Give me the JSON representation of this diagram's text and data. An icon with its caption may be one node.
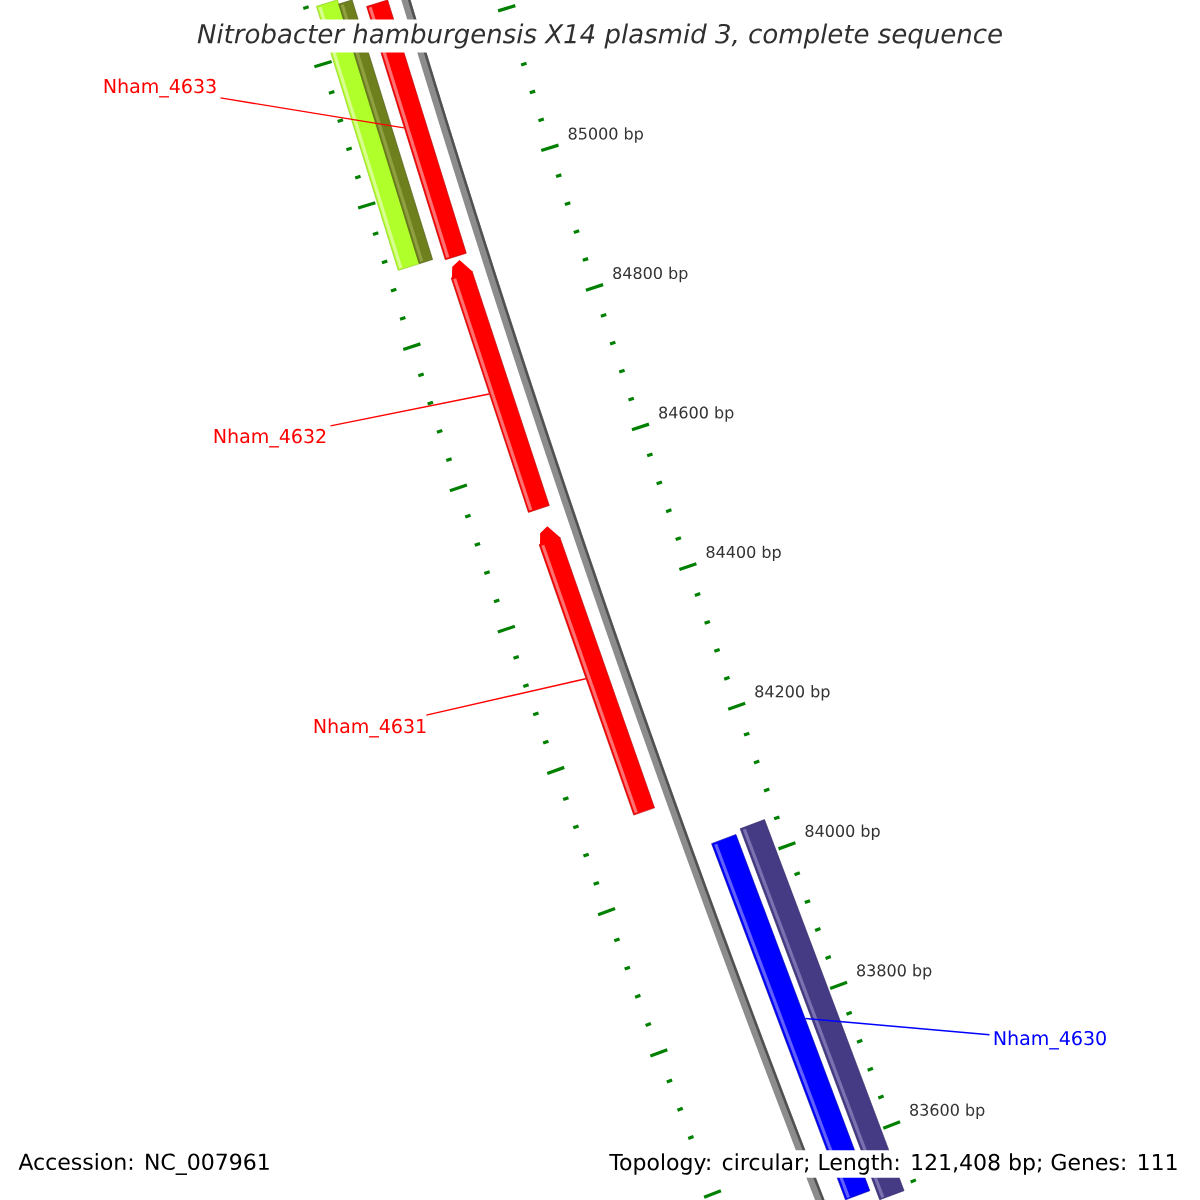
{
  "diagram": {
    "title": "Nitrobacter hamburgensis X14 plasmid 3, complete sequence",
    "nodes": [
      {
        "text": [
          "Nham_4633"
        ]
      },
      {
        "text": [],
        "shape": "bar"
      },
      {
        "text": [],
        "shape": "bar"
      },
      {
        "text": [],
        "shape": "bar"
      },
      {
        "text": [
          "Nham_4632"
        ]
      },
      {
        "text": [],
        "shape": "arrow"
      },
      {
        "text": [
          "Nham_4631"
        ]
      },
      {
        "text": [],
        "shape": "arrow"
      },
      {
        "text": [],
        "shape": "bar"
      },
      {
        "text": [],
        "shape": "bar"
      },
      {
        "text": [
          "Nham_4630"
        ]
      }
    ],
    "edges": [
      {
        "from": 0,
        "to": 3,
        "arrow": "none"
      },
      {
        "from": 4,
        "to": 5,
        "arrow": "none"
      },
      {
        "from": 6,
        "to": 7,
        "arrow": "none"
      },
      {
        "from": 10,
        "to": 8,
        "arrow": "none",
        "color": "#0000ff"
      }
    ],
    "labels": [
      "85000 bp",
      "84800 bp",
      "84600 bp",
      "84400 bp",
      "84200 bp",
      "84000 bp",
      "83800 bp",
      "83600 bp",
      "Accession: NC_007961",
      "Topology: circular; Length: 121,408 bp; Genes: 111"
    ]
  }
}
